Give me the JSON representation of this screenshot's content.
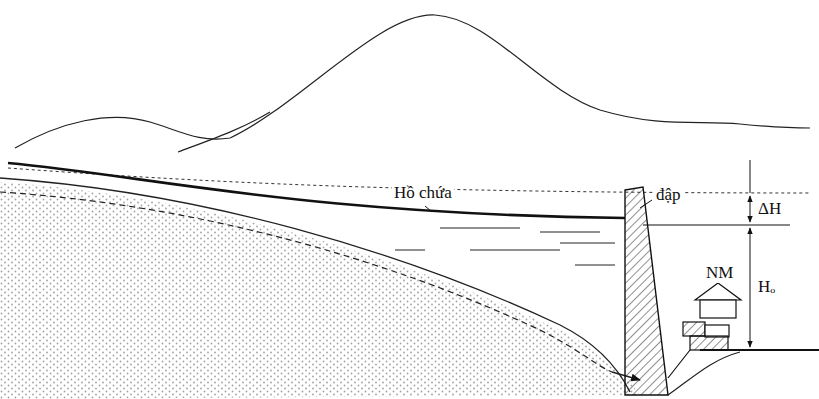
{
  "diagram": {
    "labels": [
      "Hồ chứa",
      "đập",
      "ΔH",
      "NM",
      "Hₒ"
    ]
  }
}
